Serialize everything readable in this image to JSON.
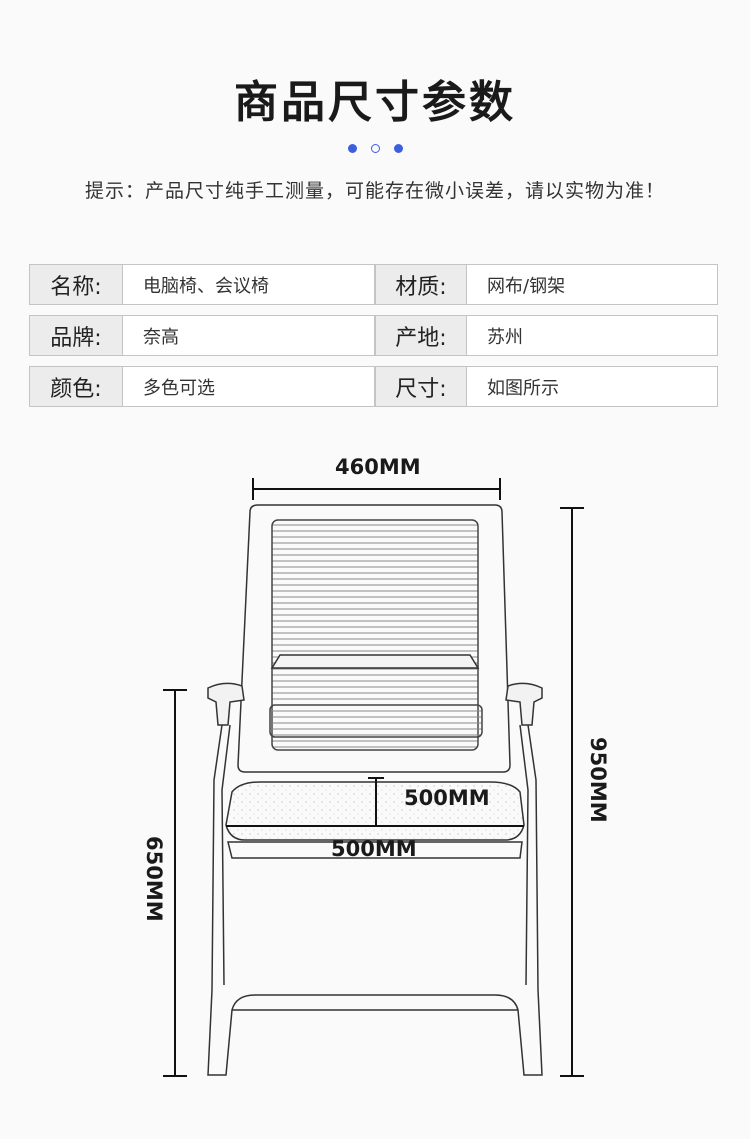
{
  "header": {
    "title": "商品尺寸参数",
    "notice": "提示：产品尺寸纯手工测量，可能存在微小误差，请以实物为准！",
    "accent_color": "#3c5fe0"
  },
  "specs": [
    {
      "label1": "名称:",
      "value1": "电脑椅、会议椅",
      "label2": "材质:",
      "value2": "网布/钢架"
    },
    {
      "label1": "品牌:",
      "value1": "奈高",
      "label2": "产地:",
      "value2": "苏州"
    },
    {
      "label1": "颜色:",
      "value1": "多色可选",
      "label2": "尺寸:",
      "value2": "如图所示"
    }
  ],
  "dimensions": {
    "top_width": "460MM",
    "total_height": "950MM",
    "seat_height": "650MM",
    "seat_depth": "500MM",
    "seat_width": "500MM"
  }
}
